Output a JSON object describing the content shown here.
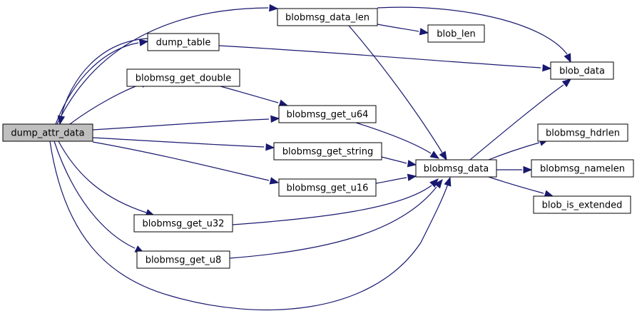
{
  "colors": {
    "edge": "#191970",
    "root_fill": "#bfbfbf",
    "node_fill": "#ffffff",
    "node_stroke": "#000000"
  },
  "nodes": {
    "dump_attr_data": "dump_attr_data",
    "blobmsg_data_len": "blobmsg_data_len",
    "blob_len": "blob_len",
    "dump_table": "dump_table",
    "blob_data": "blob_data",
    "blobmsg_get_double": "blobmsg_get_double",
    "blobmsg_get_u64": "blobmsg_get_u64",
    "blobmsg_hdrlen": "blobmsg_hdrlen",
    "blobmsg_get_string": "blobmsg_get_string",
    "blobmsg_data": "blobmsg_data",
    "blobmsg_namelen": "blobmsg_namelen",
    "blobmsg_get_u16": "blobmsg_get_u16",
    "blob_is_extended": "blob_is_extended",
    "blobmsg_get_u32": "blobmsg_get_u32",
    "blobmsg_get_u8": "blobmsg_get_u8"
  },
  "edges": [
    {
      "from": "dump_attr_data",
      "to": "blobmsg_data_len"
    },
    {
      "from": "dump_attr_data",
      "to": "dump_table"
    },
    {
      "from": "dump_attr_data",
      "to": "blobmsg_get_double"
    },
    {
      "from": "dump_attr_data",
      "to": "blobmsg_get_u64"
    },
    {
      "from": "dump_attr_data",
      "to": "blobmsg_get_string"
    },
    {
      "from": "dump_attr_data",
      "to": "blobmsg_get_u16"
    },
    {
      "from": "dump_attr_data",
      "to": "blobmsg_get_u32"
    },
    {
      "from": "dump_attr_data",
      "to": "blobmsg_get_u8"
    },
    {
      "from": "dump_attr_data",
      "to": "blobmsg_data"
    },
    {
      "from": "dump_table",
      "to": "dump_attr_data"
    },
    {
      "from": "dump_table",
      "to": "blob_data"
    },
    {
      "from": "blobmsg_data_len",
      "to": "blob_len"
    },
    {
      "from": "blobmsg_data_len",
      "to": "blob_data"
    },
    {
      "from": "blobmsg_data_len",
      "to": "blobmsg_data"
    },
    {
      "from": "blobmsg_get_double",
      "to": "blobmsg_get_u64"
    },
    {
      "from": "blobmsg_get_u64",
      "to": "blobmsg_data"
    },
    {
      "from": "blobmsg_get_string",
      "to": "blobmsg_data"
    },
    {
      "from": "blobmsg_get_u16",
      "to": "blobmsg_data"
    },
    {
      "from": "blobmsg_get_u32",
      "to": "blobmsg_data"
    },
    {
      "from": "blobmsg_get_u8",
      "to": "blobmsg_data"
    },
    {
      "from": "blobmsg_data",
      "to": "blob_data"
    },
    {
      "from": "blobmsg_data",
      "to": "blobmsg_hdrlen"
    },
    {
      "from": "blobmsg_data",
      "to": "blobmsg_namelen"
    },
    {
      "from": "blobmsg_data",
      "to": "blob_is_extended"
    }
  ]
}
